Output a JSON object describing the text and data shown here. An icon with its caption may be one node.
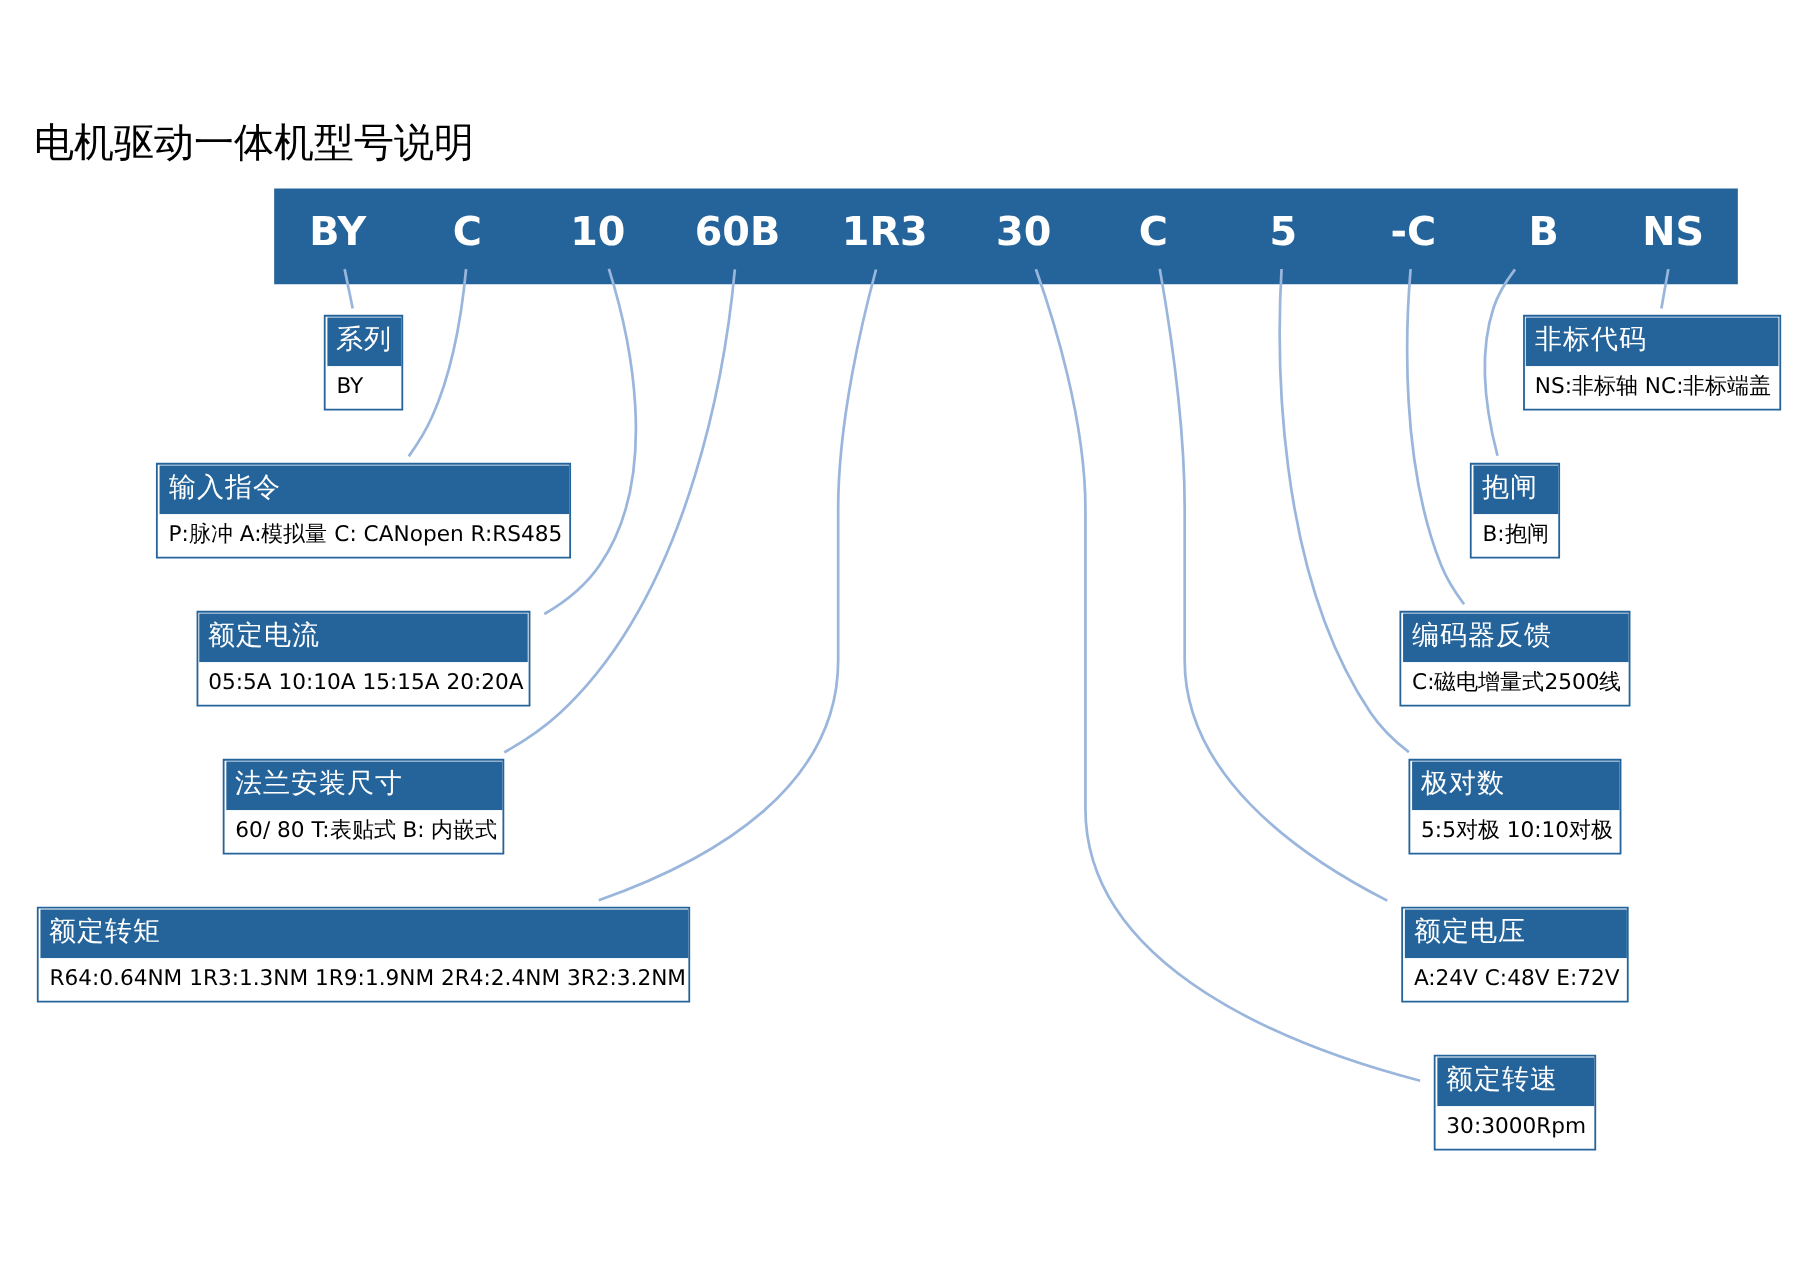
{
  "diagram": {
    "title": "电机驱动一体机型号说明",
    "nodes": [
      {
        "text": [],
        "shape": "bar"
      },
      {
        "text": [
          "BY"
        ],
        "in": 0
      },
      {
        "text": [
          "C"
        ],
        "in": 0
      },
      {
        "text": [
          "10"
        ],
        "in": 0
      },
      {
        "text": [
          "60B"
        ],
        "in": 0
      },
      {
        "text": [
          "1R3"
        ],
        "in": 0
      },
      {
        "text": [
          "30"
        ],
        "in": 0
      },
      {
        "text": [
          "C"
        ],
        "in": 0
      },
      {
        "text": [
          "5"
        ],
        "in": 0
      },
      {
        "text": [
          "-C"
        ],
        "in": 0
      },
      {
        "text": [
          "B"
        ],
        "in": 0
      },
      {
        "text": [
          "NS"
        ],
        "in": 0
      },
      {
        "text": [
          "系列",
          "BY"
        ]
      },
      {
        "text": [
          "输入指令",
          "P:脉冲 A:模拟量 C: CANopen R:RS485"
        ]
      },
      {
        "text": [
          "额定电流",
          "05:5A 10:10A 15:15A 20:20A"
        ]
      },
      {
        "text": [
          "法兰安装尺寸",
          "60/ 80 T:表贴式 B: 内嵌式"
        ]
      },
      {
        "text": [
          "额定转矩",
          "R64:0.64NM 1R3:1.3NM 1R9:1.9NM 2R4:2.4NM 3R2:3.2NM"
        ]
      },
      {
        "text": [
          "额定转速",
          "30:3000Rpm"
        ]
      },
      {
        "text": [
          "额定电压",
          "A:24V C:48V E:72V"
        ]
      },
      {
        "text": [
          "极对数",
          "5:5对极 10:10对极"
        ]
      },
      {
        "text": [
          "编码器反馈",
          "C:磁电增量式2500线"
        ]
      },
      {
        "text": [
          "抱闸",
          "B:抱闸"
        ]
      },
      {
        "text": [
          "非标代码",
          "NS:非标轴 NC:非标端盖"
        ]
      }
    ],
    "edges": [
      {
        "from": 1,
        "to": 12,
        "arrow": "none"
      },
      {
        "from": 2,
        "to": 13,
        "arrow": "none"
      },
      {
        "from": 3,
        "to": 14,
        "arrow": "none"
      },
      {
        "from": 4,
        "to": 15,
        "arrow": "none"
      },
      {
        "from": 5,
        "to": 16,
        "arrow": "none"
      },
      {
        "from": 6,
        "to": 17,
        "arrow": "none"
      },
      {
        "from": 7,
        "to": 18,
        "arrow": "none"
      },
      {
        "from": 8,
        "to": 19,
        "arrow": "none"
      },
      {
        "from": 9,
        "to": 20,
        "arrow": "none"
      },
      {
        "from": 10,
        "to": 21,
        "arrow": "none"
      },
      {
        "from": 11,
        "to": 22,
        "arrow": "none"
      }
    ]
  }
}
